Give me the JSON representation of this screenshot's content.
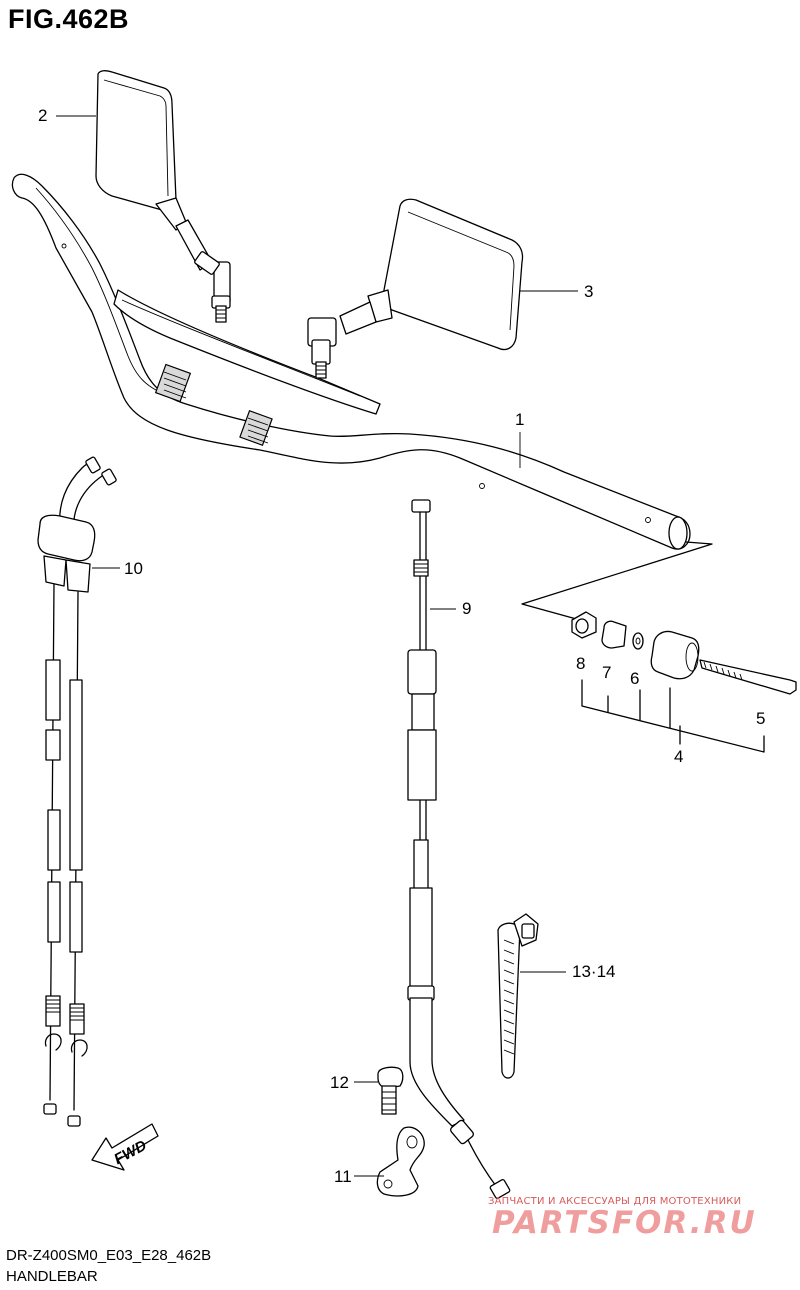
{
  "figure_title": "FIG.462B",
  "callouts": [
    {
      "id": "1",
      "text": "1"
    },
    {
      "id": "2",
      "text": "2"
    },
    {
      "id": "3",
      "text": "3"
    },
    {
      "id": "4",
      "text": "4"
    },
    {
      "id": "5",
      "text": "5"
    },
    {
      "id": "6",
      "text": "6"
    },
    {
      "id": "7",
      "text": "7"
    },
    {
      "id": "8",
      "text": "8"
    },
    {
      "id": "9",
      "text": "9"
    },
    {
      "id": "10",
      "text": "10"
    },
    {
      "id": "11",
      "text": "11"
    },
    {
      "id": "12",
      "text": "12"
    },
    {
      "id": "13-14",
      "text": "13·14"
    }
  ],
  "fwd_arrow": {
    "label": "FWD"
  },
  "footer": {
    "model_code": "DR-Z400SM0_E03_E28_462B",
    "section_name": "HANDLEBAR"
  },
  "watermark": {
    "tagline": "ЗАПЧАСТИ И АКСЕССУАРЫ ДЛЯ МОТОТЕХНИКИ",
    "brand": "PARTSFOR.RU"
  },
  "colors": {
    "line": "#000000",
    "background": "#ffffff",
    "watermark_dark": "#d85a5a",
    "watermark_light": "#f09d9d"
  }
}
